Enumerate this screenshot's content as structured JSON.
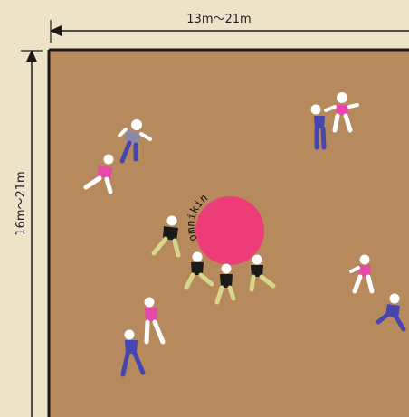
{
  "dimensions": {
    "width_label": "13m〜21m",
    "height_label": "16m〜21m"
  },
  "ball": {
    "label": "omnikin",
    "color": "#ec3d78"
  },
  "colors": {
    "court": "#b68a5d",
    "frame": "#ede3c9",
    "lines": "#1a1a1a",
    "team_pink": "#e64aa8",
    "team_blue": "#4546b0",
    "team_black": "#1a1a1a",
    "pants_white": "#ffffff",
    "pants_blue": "#4546b0",
    "pants_khaki": "#d8d68a"
  }
}
